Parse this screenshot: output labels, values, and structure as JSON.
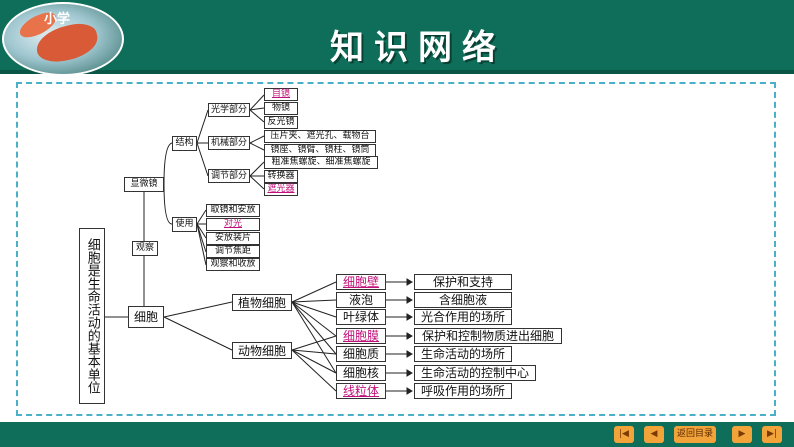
{
  "header": {
    "title": "知识网络",
    "logo_text": "小学"
  },
  "diagram": {
    "root": "细胞是生命活动的基本单位",
    "cell": "细胞",
    "microscope": {
      "label": "显微镜",
      "observe": "观察",
      "structure": "结构",
      "use": "使用",
      "optical": "光学部分",
      "mechanical": "机械部分",
      "adjusting": "调节部分",
      "optical_items": [
        "目镜",
        "物镜",
        "反光镜"
      ],
      "mechanical_items": [
        "压片夹、遮光孔、载物台",
        "镜座、镜臂、镜柱、镜筒"
      ],
      "adjusting_items": [
        "粗准焦螺旋、细准焦螺旋",
        "转换器",
        "遮光器"
      ],
      "use_items": [
        "取镜和安放",
        "对光",
        "安放装片",
        "调节焦距",
        "观察和收放"
      ]
    },
    "plant_cell": "植物细胞",
    "animal_cell": "动物细胞",
    "parts": [
      "细胞壁",
      "液泡",
      "叶绿体",
      "细胞膜",
      "细胞质",
      "细胞核",
      "线粒体"
    ],
    "functions": [
      "保护和支持",
      "含细胞液",
      "光合作用的场所",
      "保护和控制物质进出细胞",
      "生命活动的场所",
      "生命活动的控制中心",
      "呼吸作用的场所"
    ]
  },
  "footer": {
    "return_label": "返回目录"
  },
  "colors": {
    "header": "#0f6e5a",
    "frame": "#4ab0c8",
    "highlight": "#c0117a",
    "nav": "#f2a33a"
  }
}
